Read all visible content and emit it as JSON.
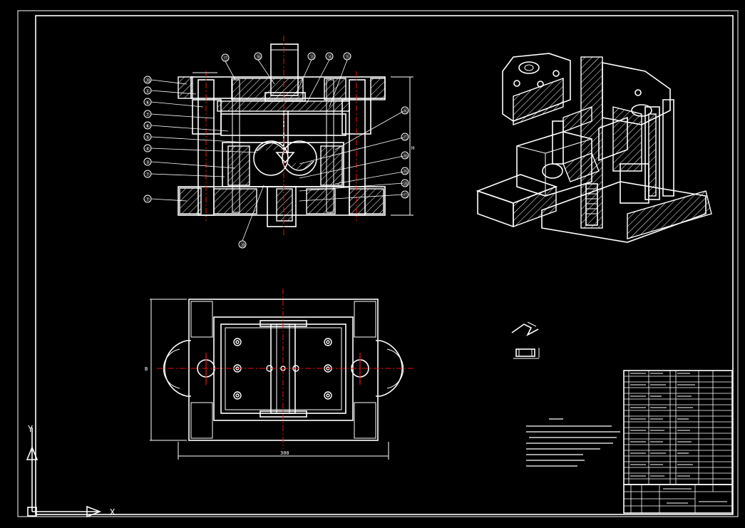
{
  "drawing": {
    "colors": {
      "background": "#000000",
      "line": "#ffffff",
      "centerline": "#e11111"
    },
    "balloons": {
      "front_left": [
        "⑳",
        "①",
        "⑥",
        "⑦",
        "⑥",
        "⑤",
        "④",
        "③",
        "⑦",
        "⑦"
      ],
      "front_top": [
        "⑰",
        "⑱",
        "⑬",
        "⑭",
        "⑮"
      ],
      "front_right": [
        "⑯",
        "⑰",
        "⑱",
        "⑲",
        "⑳",
        "⑰"
      ],
      "front_bottom": "⑳"
    },
    "dimensions": {
      "overall_width": "300",
      "height_label": "H",
      "depth_label": "B"
    },
    "ucs": {
      "x_label": "X",
      "y_label": "Y"
    }
  }
}
